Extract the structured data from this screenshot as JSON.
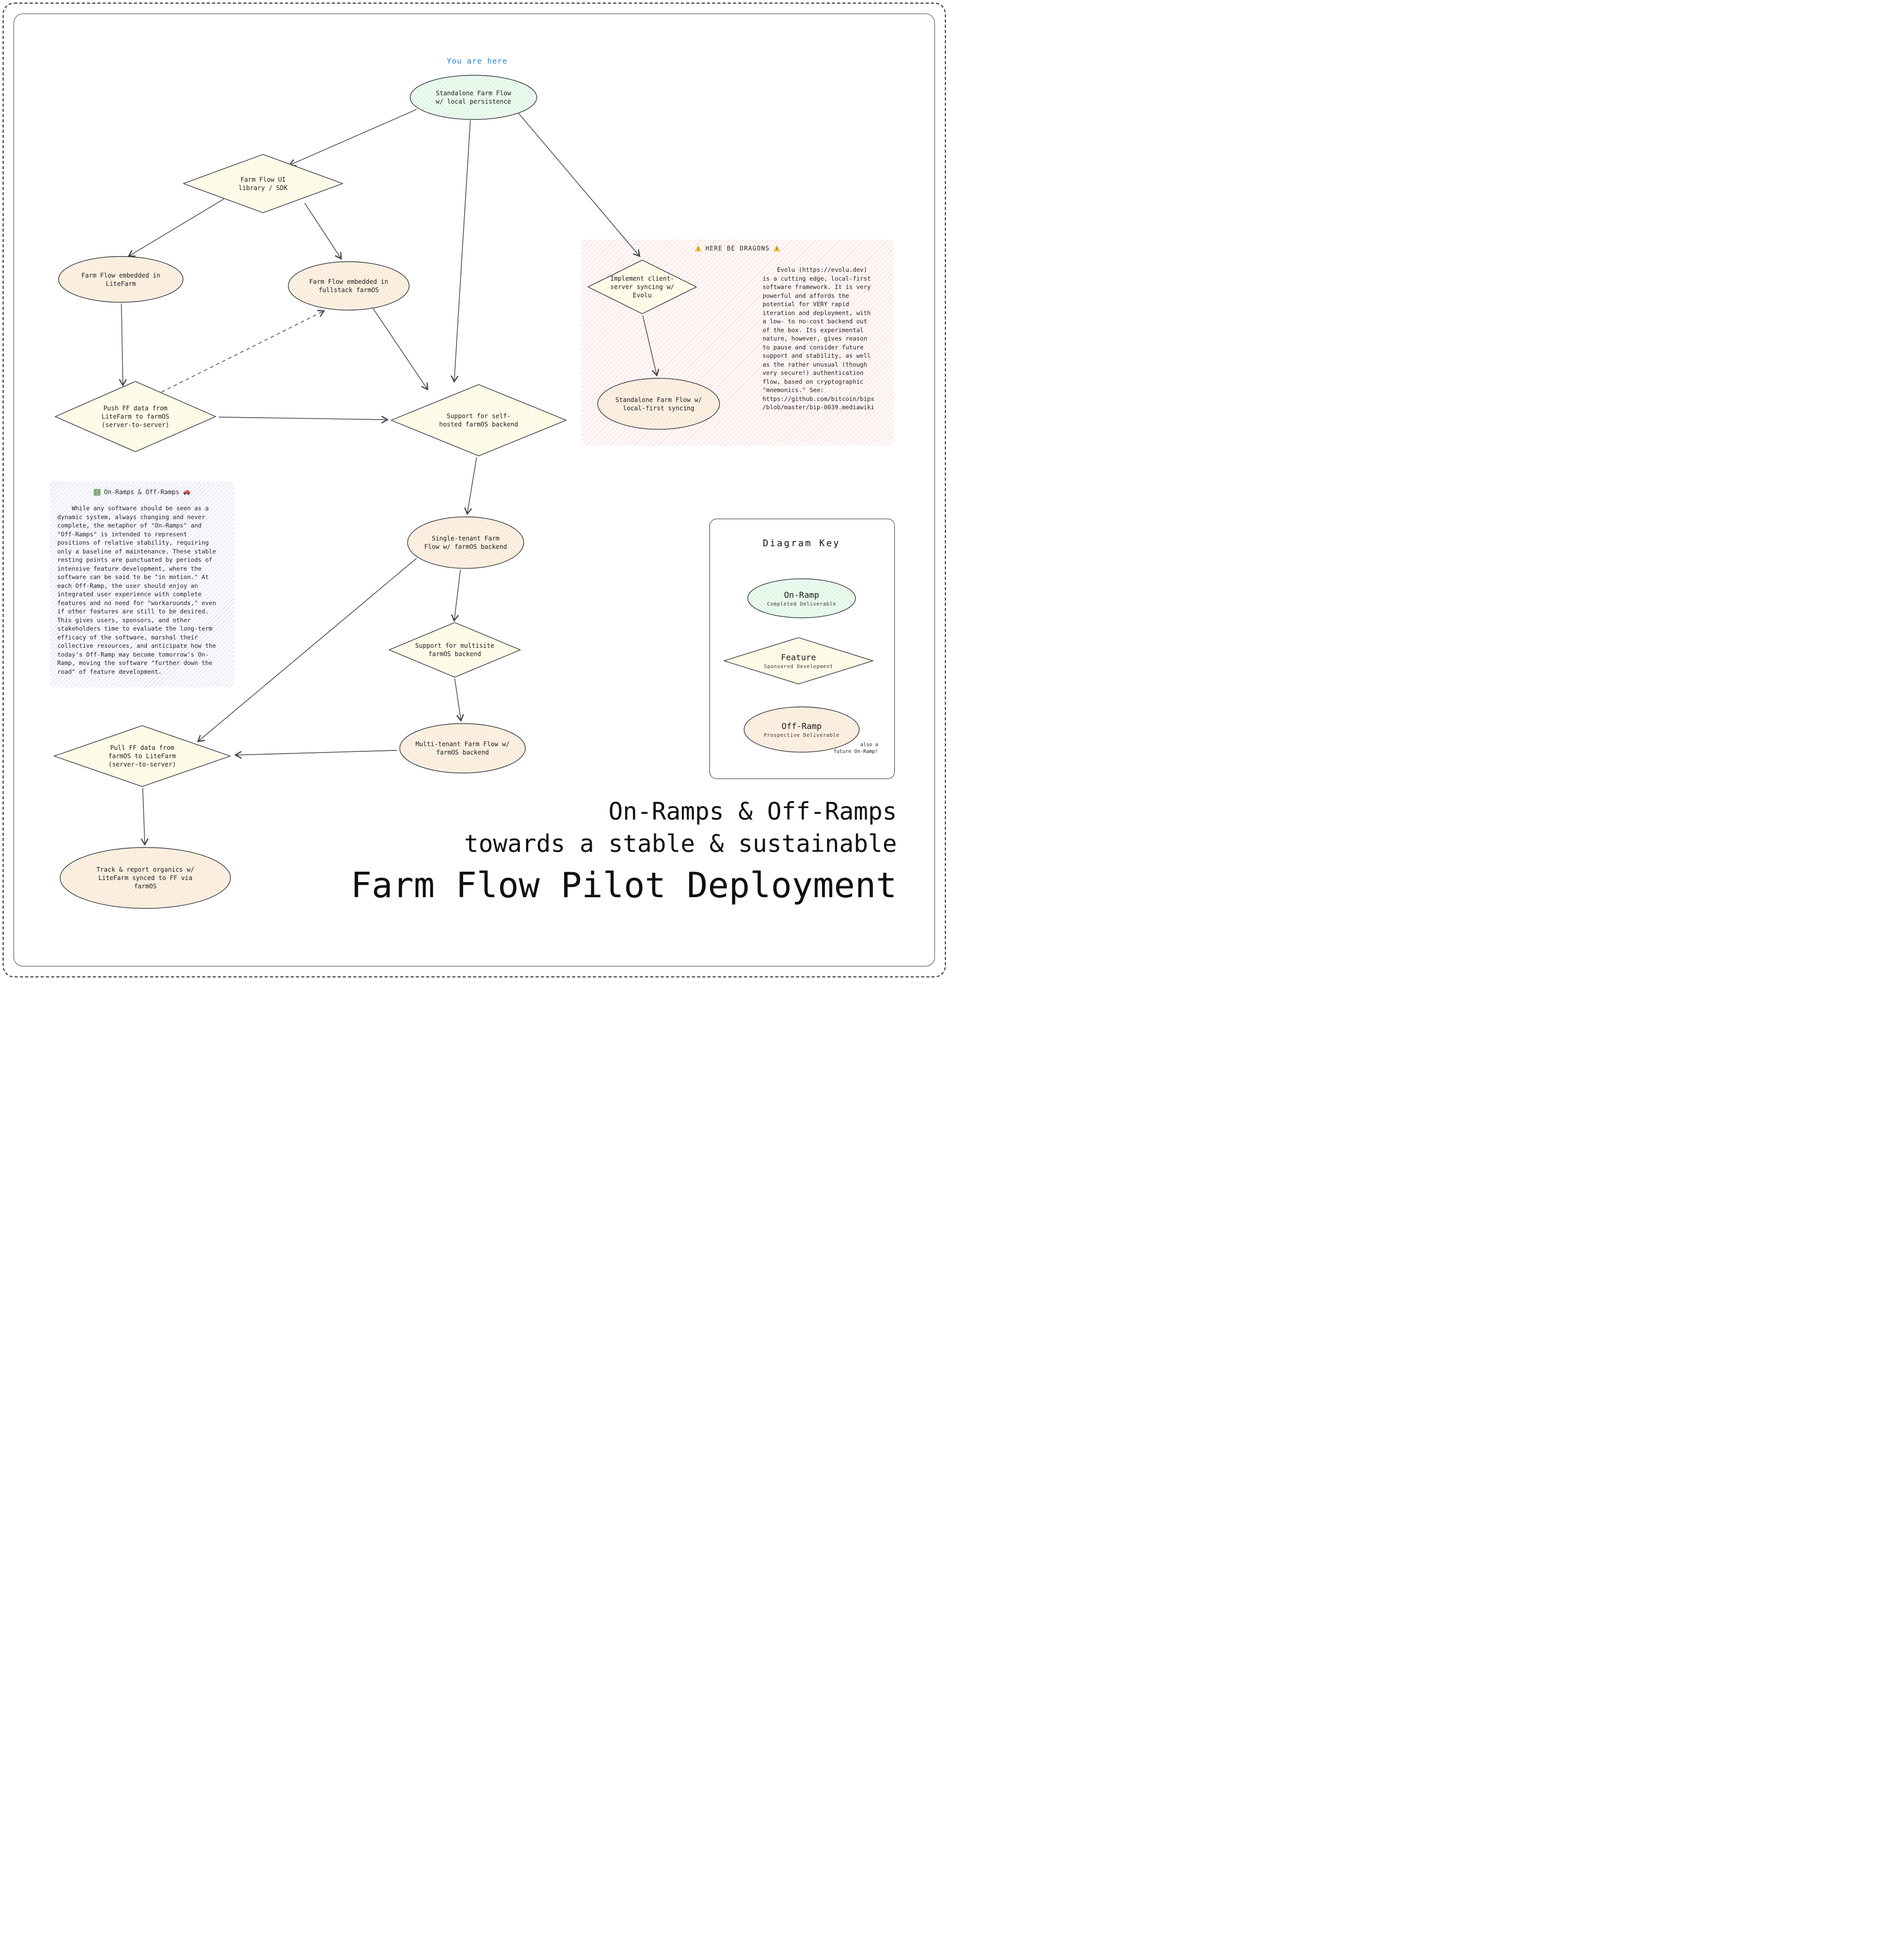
{
  "diagram": {
    "you_are_here": "You are here",
    "nodes": {
      "standalone_local": "Standalone Farm Flow\nw/ local persistence",
      "ui_library": "Farm Flow UI\nlibrary / SDK",
      "embedded_litefarm": "Farm Flow embedded in\nLiteFarm",
      "embedded_farmos": "Farm Flow embedded in\nfullstack farmOS",
      "push_ff": "Push FF data from\nLiteFarm to farmOS\n(server-to-server)",
      "self_hosted": "Support for self-\nhosted farmOS backend",
      "evolu_sync": "Implement client-\nserver syncing w/\nEvolu",
      "local_first": "Standalone Farm Flow w/\nlocal-first syncing",
      "single_tenant": "Single-tenant Farm\nFlow w/ farmOS backend",
      "multisite": "Support for multisite\nfarmOS backend",
      "multi_tenant": "Multi-tenant Farm Flow w/\nfarmOS backend",
      "pull_ff": "Pull FF data from\nfarmOS to LiteFarm\n(server-to-server)",
      "track_organics": "Track & report organics w/\nLiteFarm synced to FF via\nfarmOS"
    },
    "dragons": {
      "title": "HERE BE DRAGONS",
      "body": "    Evolu (https://evolu.dev)\nis a cutting edge, local-first\nsoftware framework. It is very\npowerful and affords the\npotential for VERY rapid\niteration and deployment, with\na low- to no-cost backend out\nof the box. Its experimental\nnature, however, gives reason\nto pause and consider future\nsupport and stability, as well\nas the rather unusual (though\nvery secure!) authentication\nflow, based on cryptographic\n\"mnemonics.\" See:\nhttps://github.com/bitcoin/bips\n/blob/master/bip-0039.mediawiki"
    },
    "note": {
      "title": "On-Ramps & Off-Ramps",
      "body": "    While any software should be seen as a\ndynamic system, always changing and never\ncomplete, the metaphor of \"On-Ramps\" and\n\"Off-Ramps\" is intended to represent\npositions of relative stability, requiring\nonly a baseline of maintenance. These stable\nresting points are punctuated by periods of\nintensive feature development, where the\nsoftware can be said to be \"in motion.\" At\neach Off-Ramp, the user should enjoy an\nintegrated user experience with complete\nfeatures and no need for \"workarounds,\" even\nif other features are still to be desired.\nThis gives users, sponsors, and other\nstakeholders time to evaluate the long-term\nefficacy of the software, marshal their\ncollective resources, and anticipate how the\ntoday's Off-Ramp may become tomorrow's On-\nRamp, moving the software \"further down the\nroad\" of feature development."
    },
    "key": {
      "title": "Diagram Key",
      "on_ramp_label": "On-Ramp",
      "on_ramp_sub": "Completed Deliverable",
      "feature_label": "Feature",
      "feature_sub": "Sponsored Development",
      "off_ramp_label": "Off-Ramp",
      "off_ramp_sub": "Prospective Deliverable",
      "note": "also a\nfuture On-Ramp!"
    },
    "title": {
      "line1": "On-Ramps & Off-Ramps",
      "line2": "towards a stable & sustainable",
      "line3": "Farm Flow Pilot Deployment"
    }
  },
  "icons": {
    "warning": "warning-triangle-icon",
    "motorway": "motorway-icon",
    "car": "car-icon"
  },
  "colors": {
    "accent_blue": "#1c7ed6",
    "on_ramp_fill": "#eefaf1",
    "feature_fill": "#fffdf0",
    "off_ramp_fill": "#fdf3e8",
    "dragons_bg": "#fffafa",
    "note_bg": "#fdfdff",
    "stroke": "#3b4046"
  }
}
